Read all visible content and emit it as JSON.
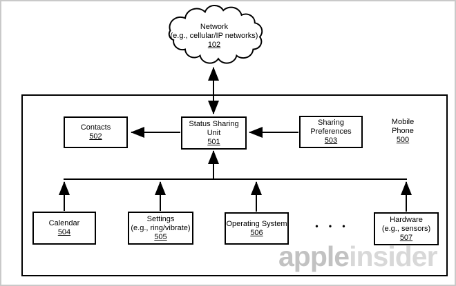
{
  "diagram": {
    "title_context": "Patent figure: status sharing mobile phone system",
    "nodes": {
      "network": {
        "line1": "Network",
        "line2": "(e.g., cellular/IP networks)",
        "ref": "102"
      },
      "contacts": {
        "line1": "Contacts",
        "line2": "",
        "ref": "502"
      },
      "status_sharing_unit": {
        "line1": "Status Sharing",
        "line2": "Unit",
        "ref": "501"
      },
      "sharing_preferences": {
        "line1": "Sharing",
        "line2": "Preferences",
        "ref": "503"
      },
      "mobile_phone": {
        "line1": "Mobile",
        "line2": "Phone",
        "ref": "500"
      },
      "calendar": {
        "line1": "Calendar",
        "line2": "",
        "ref": "504"
      },
      "settings": {
        "line1": "Settings",
        "line2": "(e.g., ring/vibrate)",
        "ref": "505"
      },
      "operating_system": {
        "line1": "Operating System",
        "line2": "",
        "ref": "506"
      },
      "hardware": {
        "line1": "Hardware",
        "line2": "(e.g., sensors)",
        "ref": "507"
      }
    },
    "ellipsis": "• • •",
    "watermark": {
      "brand_left": "apple",
      "brand_right": "insider"
    },
    "colors": {
      "line": "#000000",
      "background": "#ffffff",
      "frame_border": "#c9c9c9",
      "watermark_left": "#c2c2c2",
      "watermark_right": "#d8d8d8"
    }
  }
}
